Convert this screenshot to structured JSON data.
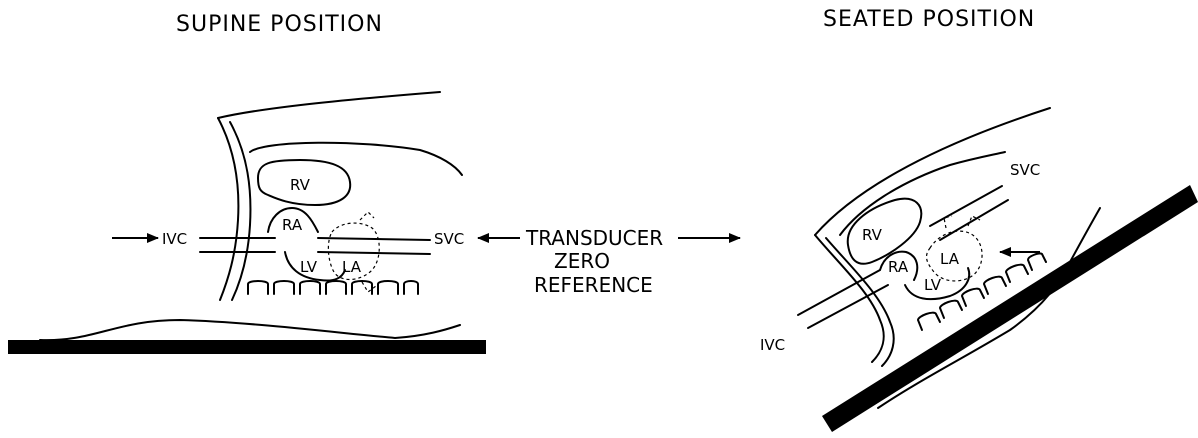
{
  "left_panel": {
    "title": "SUPINE POSITION",
    "labels": {
      "rv": "RV",
      "ra": "RA",
      "lv": "LV",
      "la": "LA",
      "ivc": "IVC",
      "svc": "SVC"
    }
  },
  "right_panel": {
    "title": "SEATED POSITION",
    "labels": {
      "rv": "RV",
      "ra": "RA",
      "lv": "LV",
      "la": "LA",
      "ivc": "IVC",
      "svc": "SVC"
    }
  },
  "center_label": {
    "line1": "TRANSDUCER",
    "line2": "ZERO",
    "line3": "REFERENCE"
  }
}
